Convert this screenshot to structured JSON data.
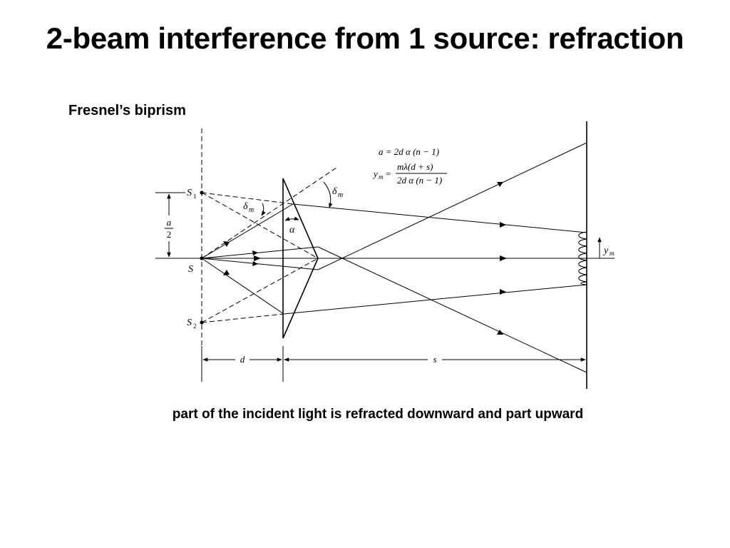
{
  "slide": {
    "title": "2-beam interference from 1 source: refraction",
    "subtitle": "Fresnel’s biprism",
    "caption": "part of the incident light is refracted downward and part upward"
  },
  "diagram": {
    "labels": {
      "s1": "S",
      "s1_sub": "1",
      "s2": "S",
      "s2_sub": "2",
      "s": "S",
      "a_num": "a",
      "a_den": "2",
      "delta_left": "δ",
      "delta_left_sub": "m",
      "delta_right": "δ",
      "delta_right_sub": "m",
      "alpha": "α",
      "d": "d",
      "s_dist": "s",
      "ym": "y",
      "ym_sub": "m"
    },
    "equations": {
      "eq1": "a = 2d α (n − 1)",
      "eq2_lhs": "y",
      "eq2_lhs_sub": "m",
      "eq2_eq": "=",
      "eq2_num": "mλ(d + s)",
      "eq2_den": "2d α (n − 1)"
    }
  }
}
